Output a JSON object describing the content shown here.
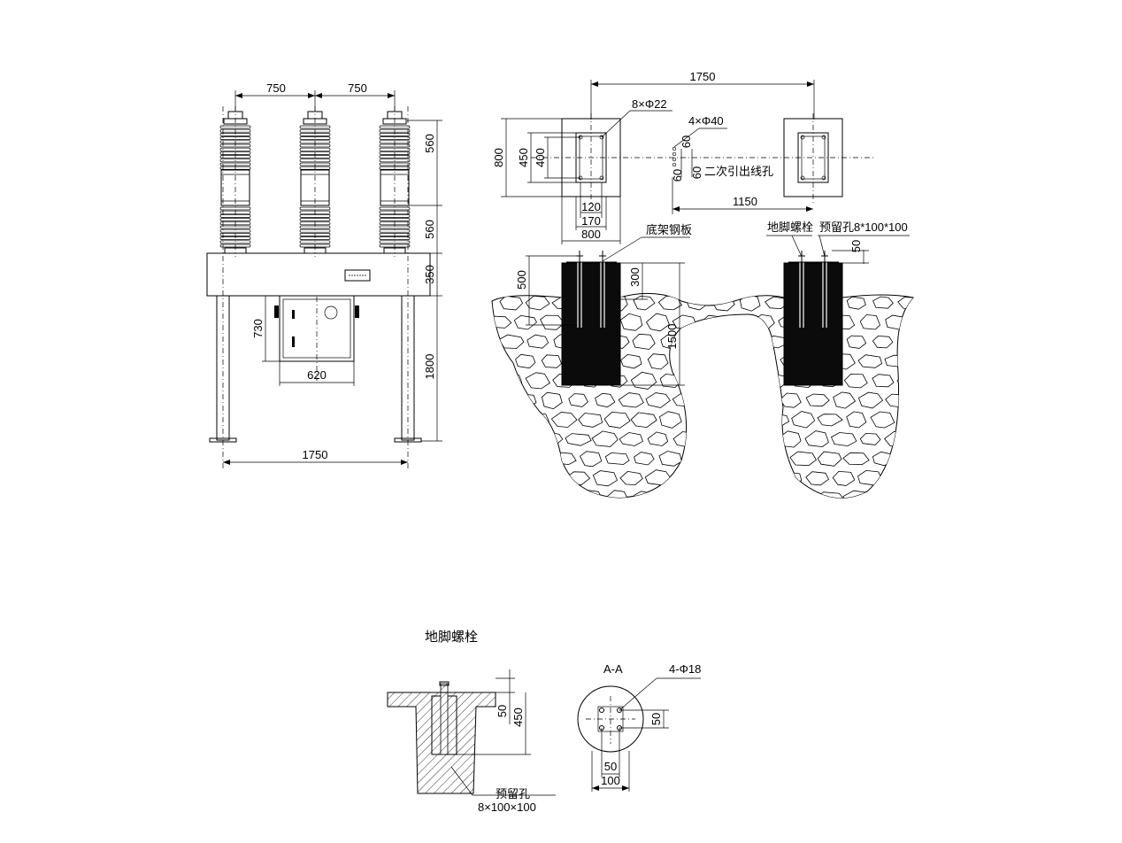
{
  "front_view": {
    "dim_pitch_left": "750",
    "dim_pitch_right": "750",
    "dim_bushing_top": "560",
    "dim_bushing_bottom": "560",
    "dim_frame": "350",
    "dim_cabinet_height": "730",
    "dim_cabinet_width": "620",
    "dim_leg_height": "1800",
    "dim_leg_span": "1750"
  },
  "plan_view": {
    "dim_span": "1750",
    "label_bolt_holes": "8×Φ22",
    "label_cable_holes": "4×Φ40",
    "label_secondary_hole": "二次引出线孔",
    "dim_800_vertical": "800",
    "dim_450": "450",
    "dim_400": "400",
    "dim_120": "120",
    "dim_170": "170",
    "dim_800_horizontal": "800",
    "dim_60_a": "60",
    "dim_60_b": "60",
    "dim_60_c": "60",
    "dim_1150": "1150"
  },
  "foundation_view": {
    "label_base_plate": "底架钢板",
    "label_anchor_bolt": "地脚螺栓",
    "label_reserved_hole": "预留孔8*100*100",
    "dim_500": "500",
    "dim_300": "300",
    "dim_1500": "1500",
    "dim_50": "50"
  },
  "bolt_detail": {
    "title": "地脚螺栓",
    "dim_50": "50",
    "dim_450": "450",
    "label_hole_line1": "预留孔",
    "label_hole_line2": "8×100×100"
  },
  "section_aa": {
    "title": "A-A",
    "label_holes": "4-Φ18",
    "dim_50_vertical": "50",
    "dim_50_horizontal": "50",
    "dim_100": "100"
  }
}
